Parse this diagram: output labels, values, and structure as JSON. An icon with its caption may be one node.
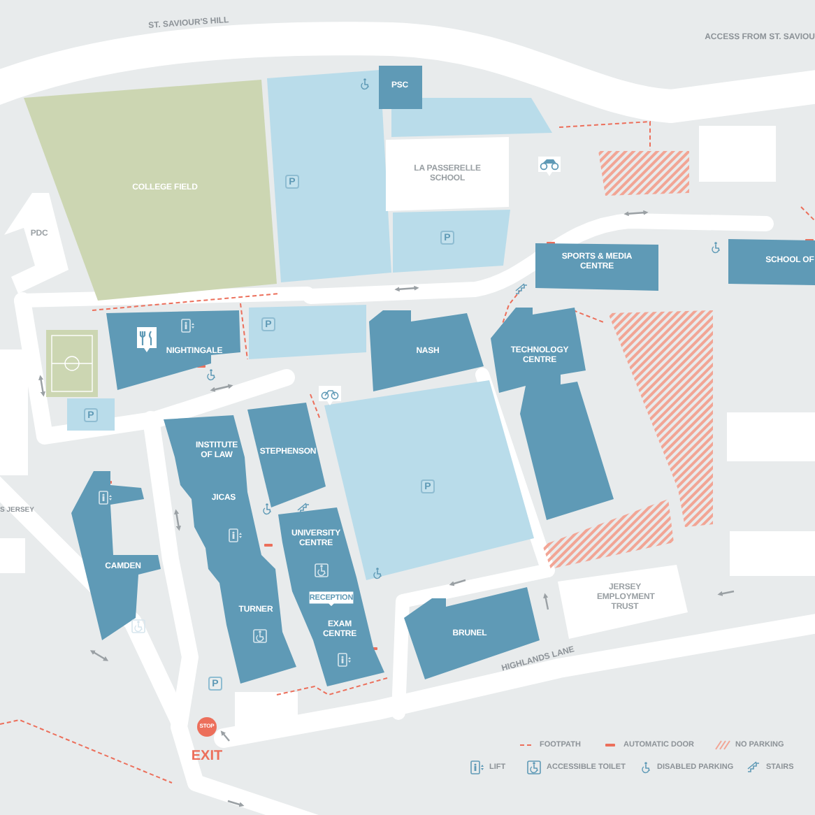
{
  "diagram": {
    "nodes": [
      {
        "text": [
          "COLLEGE FIELD"
        ]
      },
      {
        "text": [
          "PSC"
        ]
      },
      {
        "text": [
          "LA PASSERELLE SCHOOL"
        ]
      },
      {
        "text": [
          "PDC"
        ]
      },
      {
        "text": [
          "SPORTS & MEDIA CENTRE"
        ]
      },
      {
        "text": [
          "SCHOOL OF"
        ]
      },
      {
        "text": [
          "NIGHTINGALE"
        ]
      },
      {
        "text": [
          "NASH"
        ]
      },
      {
        "text": [
          "TECHNOLOGY CENTRE"
        ]
      },
      {
        "text": [
          "INSTITUTE OF LAW",
          "JICAS",
          "TURNER"
        ]
      },
      {
        "text": [
          "STEPHENSON"
        ]
      },
      {
        "text": [
          "CAMDEN"
        ]
      },
      {
        "text": [
          "UNIVERSITY CENTRE",
          "EXAM CENTRE"
        ]
      },
      {
        "text": [
          "RECEPTION"
        ],
        "in": 12
      },
      {
        "text": [
          "BRUNEL"
        ]
      },
      {
        "text": [
          "JERSEY EMPLOYMENT TRUST"
        ]
      },
      {
        "text": [
          "STOP"
        ]
      }
    ],
    "labels": [
      "ST. SAVIOUR'S HILL",
      "ACCESS FROM ST. SAVIOU",
      "P",
      "P",
      "P",
      "P",
      "P",
      "S JERSEY",
      "P",
      "HIGHLANDS LANE",
      "EXIT"
    ],
    "legend": [
      {
        "text": "FOOTPATH"
      },
      {
        "text": "AUTOMATIC DOOR",
        "color": "#ec6f5b"
      },
      {
        "text": "NO PARKING"
      },
      {
        "text": "LIFT"
      },
      {
        "text": "ACCESSIBLE TOILET"
      },
      {
        "text": "DISABLED PARKING"
      },
      {
        "text": "STAIRS"
      }
    ]
  }
}
